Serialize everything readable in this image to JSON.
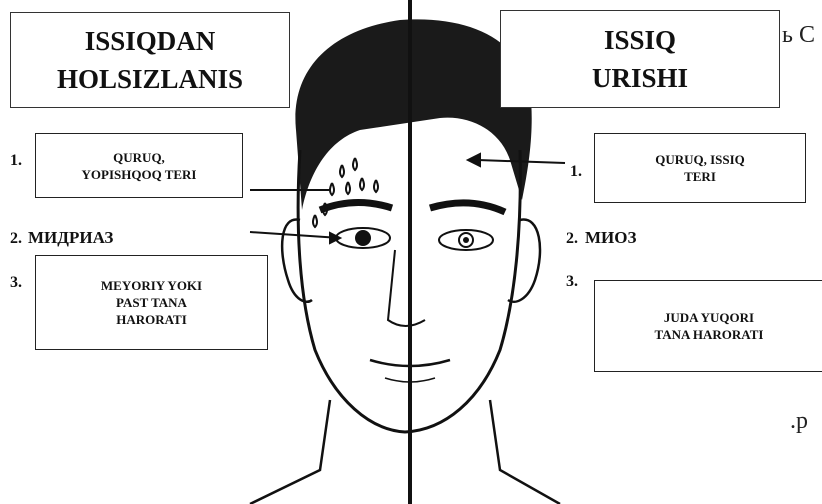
{
  "left": {
    "title": "ISSIQDAN\nHOLSIZLANIS",
    "sign1": {
      "number": "1.",
      "text": "QURUQ,\nYOPISHQOQ TERI"
    },
    "sign2": {
      "number": "2.",
      "text": "МИДРИАЗ"
    },
    "sign3": {
      "number": "3.",
      "text": "MEYORIY YOKI\nPAST TANA\nHARORATI"
    }
  },
  "right": {
    "title": "ISSIQ\nURISHI",
    "sign1": {
      "number": "1.",
      "text": "QURUQ, ISSIQ\nTERI"
    },
    "sign2": {
      "number": "2.",
      "text": "МИОЗ"
    },
    "sign3": {
      "number": "3.",
      "text": "JUDA YUQORI\nTANA HARORATI"
    }
  },
  "stray_text": {
    "top_right": "ь С",
    "bottom_right": ".р"
  }
}
